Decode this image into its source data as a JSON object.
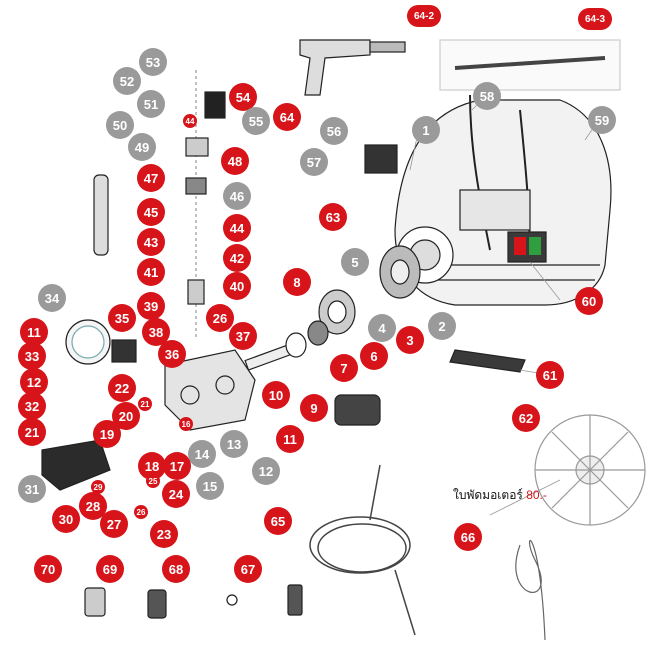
{
  "colors": {
    "callout_red": "#d7141a",
    "callout_gray": "#9a9a9a",
    "price_red": "#d7141a",
    "part_outline": "#222222"
  },
  "callouts": {
    "p1": "1",
    "p2": "2",
    "p3": "3",
    "p4": "4",
    "p5": "5",
    "p6": "6",
    "p7": "7",
    "p8": "8",
    "p9": "9",
    "p10": "10",
    "p11a": "11",
    "p11b": "11",
    "p12a": "12",
    "p12b": "12",
    "p13": "13",
    "p14": "14",
    "p15": "15",
    "p16": "16",
    "p17": "17",
    "p18": "18",
    "p19": "19",
    "p20": "20",
    "p21a": "21",
    "p21b": "21",
    "p22": "22",
    "p23": "23",
    "p24": "24",
    "p25": "25",
    "p26a": "26",
    "p26b": "26",
    "p27": "27",
    "p28": "28",
    "p29": "29",
    "p30": "30",
    "p31": "31",
    "p32": "32",
    "p33": "33",
    "p34": "34",
    "p35": "35",
    "p36": "36",
    "p37": "37",
    "p38": "38",
    "p39": "39",
    "p40": "40",
    "p41": "41",
    "p42": "42",
    "p43": "43",
    "p44a": "44",
    "p44b": "44",
    "p45": "45",
    "p46": "46",
    "p47": "47",
    "p48": "48",
    "p49": "49",
    "p50": "50",
    "p51": "51",
    "p52": "52",
    "p53": "53",
    "p54": "54",
    "p55": "55",
    "p56": "56",
    "p57": "57",
    "p58": "58",
    "p59": "59",
    "p60": "60",
    "p61": "61",
    "p62": "62",
    "p63": "63",
    "p64": "64",
    "p64_2": "64-2",
    "p64_3": "64-3",
    "p65": "65",
    "p66": "66",
    "p67": "67",
    "p68": "68",
    "p69": "69",
    "p70": "70"
  },
  "price_note": {
    "label": "ใบพัดมอเตอร์ ",
    "amount": "80.-"
  }
}
